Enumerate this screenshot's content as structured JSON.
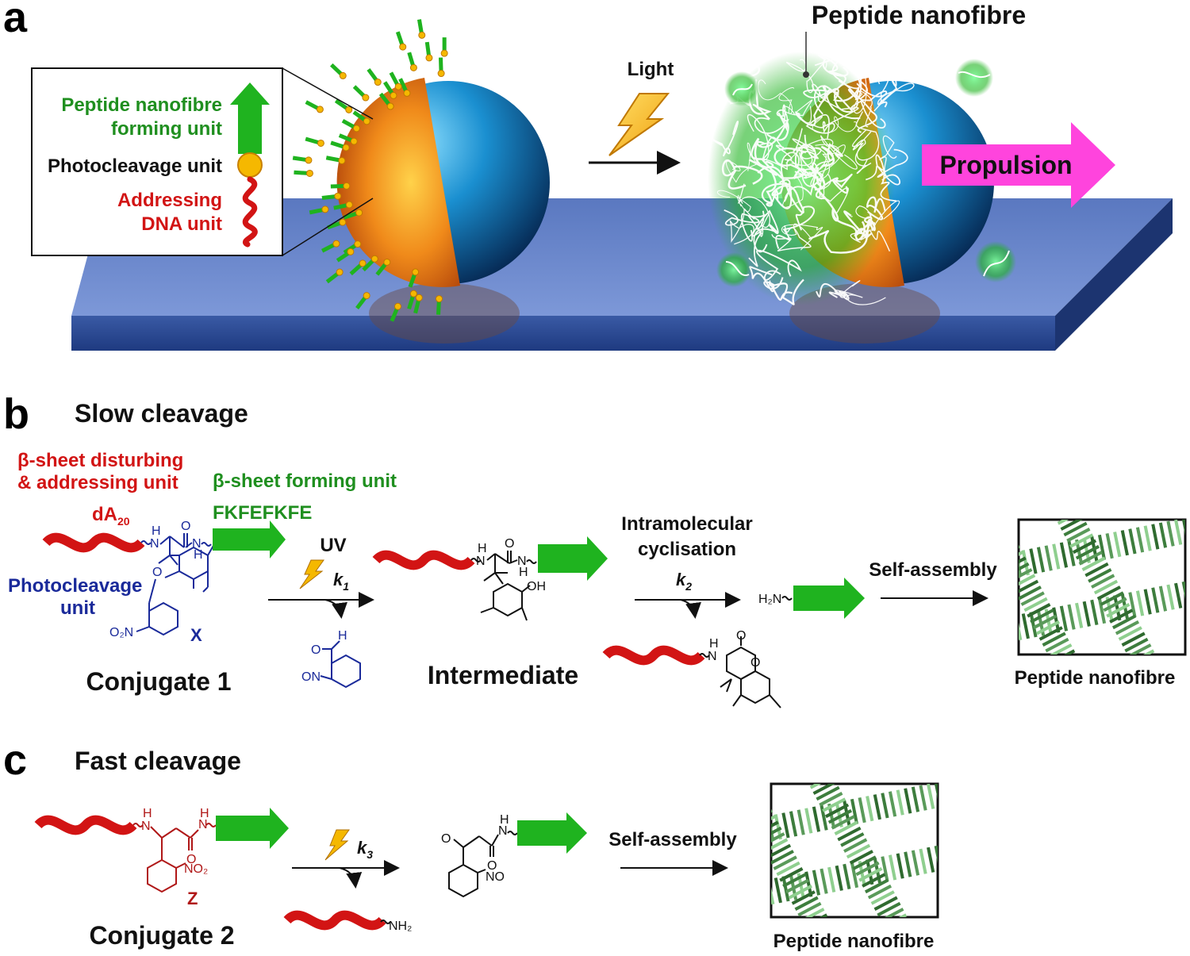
{
  "panel_a": {
    "letter": "a",
    "legend": {
      "peptide_line1": "Peptide nanofibre",
      "peptide_line2": "forming unit",
      "photocleavage": "Photocleavage unit",
      "addressing_line1": "Addressing",
      "addressing_line2": "DNA unit"
    },
    "light_label": "Light",
    "nanofibre_label": "Peptide nanofibre",
    "propulsion_label": "Propulsion"
  },
  "panel_b": {
    "letter": "b",
    "title": "Slow cleavage",
    "disturbing_line1": "β-sheet disturbing",
    "disturbing_line2": "& addressing unit",
    "forming_label": "β-sheet forming unit",
    "da_label": "dA",
    "da_sub": "20",
    "sequence": "FKFEFKFE",
    "photocleavage_line1": "Photocleavage",
    "photocleavage_line2": "unit",
    "x_label": "X",
    "uv_label": "UV",
    "k1": "k",
    "k1_sub": "1",
    "intermediate": "Intermediate",
    "intramolecular_line1": "Intramolecular",
    "intramolecular_line2": "cyclisation",
    "k2": "k",
    "k2_sub": "2",
    "self_assembly": "Self-assembly",
    "conjugate": "Conjugate 1",
    "nanofibre": "Peptide nanofibre",
    "o2n": "O₂N",
    "h2n": "H₂N",
    "on": "ON",
    "oh": "OH",
    "o": "O",
    "n": "N",
    "h": "H"
  },
  "panel_c": {
    "letter": "c",
    "title": "Fast cleavage",
    "k3": "k",
    "k3_sub": "3",
    "self_assembly": "Self-assembly",
    "conjugate": "Conjugate 2",
    "nanofibre": "Peptide nanofibre",
    "z_label": "Z",
    "no2": "NO₂",
    "no": "NO",
    "nh2": "NH₂",
    "o": "O",
    "n": "N",
    "h": "H"
  },
  "colors": {
    "green": "#1fb31f",
    "red": "#d21414",
    "blue": "#1a2a9a",
    "magenta": "#ff44dd",
    "sphere_blue": "#1a8fd0",
    "orange": "#f08a1a",
    "slab": "#3a5aa0"
  }
}
